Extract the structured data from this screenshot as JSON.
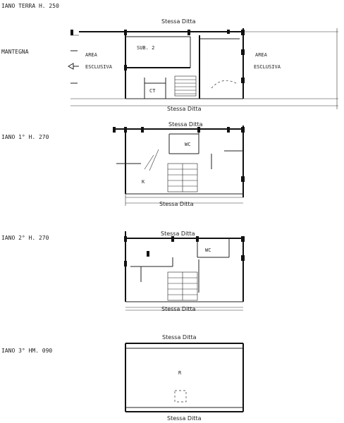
{
  "floors": {
    "ground": {
      "level_label": "IANO TERRA H. 250",
      "street_label": "MANTEGNA",
      "top_label": "Stessa Ditta",
      "bottom_label": "Stessa Ditta",
      "sub_label": "SUB. 2",
      "area_left_1": "AREA",
      "area_left_2": "ESCLUSIVA",
      "area_right_1": "AREA",
      "area_right_2": "ESCLUSIVA",
      "ct_label": "CT"
    },
    "first": {
      "level_label": "IANO 1° H. 270",
      "top_label": "Stessa Ditta",
      "bottom_label": "Stessa Ditta",
      "wc_label": "WC",
      "k_label": "K"
    },
    "second": {
      "level_label": "IANO 2° H. 270",
      "top_label": "Stessa Ditta",
      "bottom_label": "Stessa Ditta",
      "wc_label": "WC"
    },
    "third": {
      "level_label": "IANO 3° HM. 090",
      "top_label": "Stessa Ditta",
      "bottom_label": "Stessa Ditta",
      "r_label": "R"
    }
  }
}
